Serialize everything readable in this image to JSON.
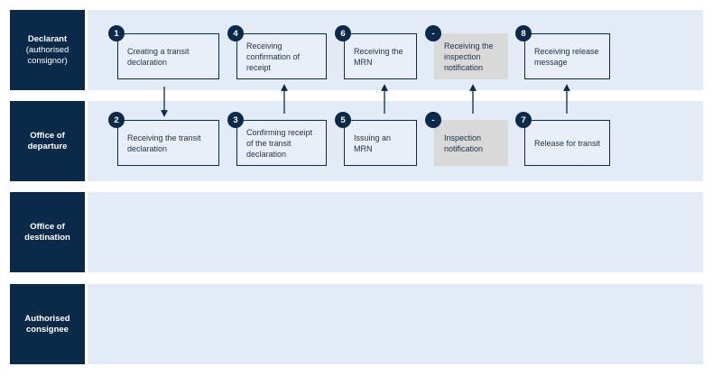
{
  "lanes": [
    {
      "id": "declarant",
      "title": "Declarant",
      "subtitle": "(authorised\nconsignor)"
    },
    {
      "id": "office-of-departure",
      "title": "Office of\ndeparture",
      "subtitle": ""
    },
    {
      "id": "office-of-destination",
      "title": "Office of\ndestination",
      "subtitle": ""
    },
    {
      "id": "authorised-consignee",
      "title": "Authorised\nconsignee",
      "subtitle": ""
    }
  ],
  "steps": [
    {
      "number": "1",
      "label": "Creating a transit\ndeclaration"
    },
    {
      "number": "2",
      "label": "Receiving the transit\ndeclaration"
    },
    {
      "number": "3",
      "label": "Confirming receipt\nof the transit\ndeclaration"
    },
    {
      "number": "4",
      "label": "Receiving\nconfirmation of\nreceipt"
    },
    {
      "number": "5",
      "label": "Issuing an\nMRN"
    },
    {
      "number": "6",
      "label": "Receiving the\nMRN"
    },
    {
      "number": "-",
      "label": "Inspection\nnotification"
    },
    {
      "number": "-",
      "label": "Receiving the\ninspection\nnotification"
    },
    {
      "number": "7",
      "label": "Release for transit"
    },
    {
      "number": "8",
      "label": "Receiving release\nmessage"
    }
  ],
  "colors": {
    "lane_header": "#0b2a4a",
    "lane_background": "#e3ebf6",
    "optional_step": "#d9d9d9"
  }
}
